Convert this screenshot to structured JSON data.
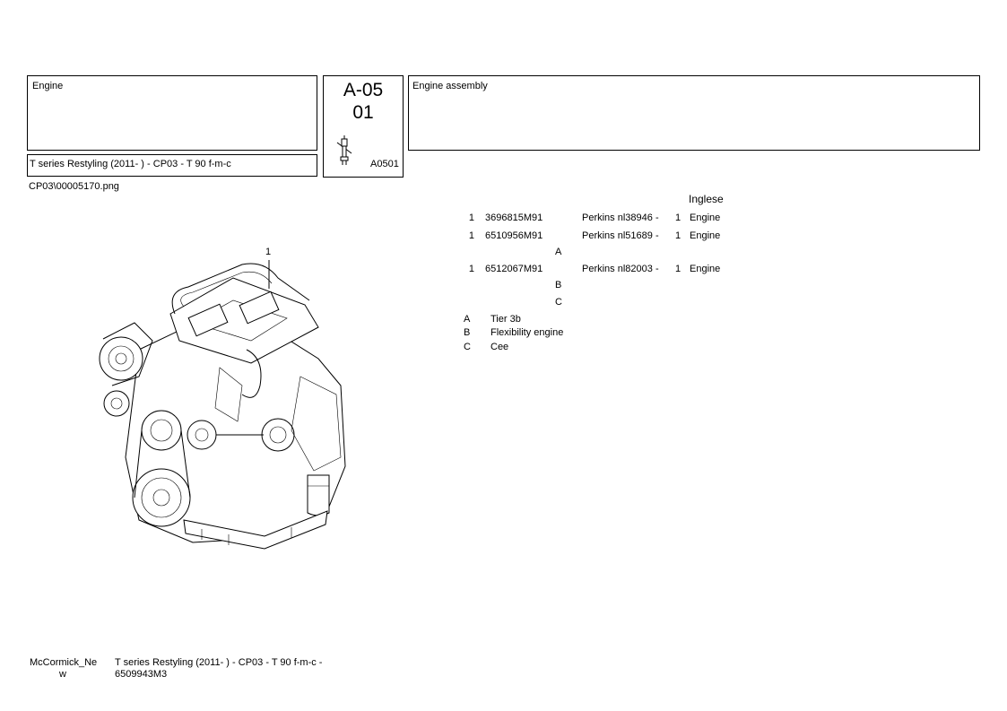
{
  "header": {
    "group_title": "Engine",
    "model_line": "T series Restyling (2011-    ) - CP03 - T 90 f-m-c",
    "code_line1": "A-05",
    "code_line2": "01",
    "code_small": "A0501",
    "description": "Engine assembly"
  },
  "image_filename": "CP03\\00005170.png",
  "illustration": {
    "callout": "1"
  },
  "parts_table": {
    "language_header": "Inglese",
    "rows": [
      {
        "ref": "1",
        "part_no": "3696815M91",
        "supplier": "Perkins nl38946 -",
        "qty": "1",
        "desc": "Engine",
        "notes": ""
      },
      {
        "ref": "1",
        "part_no": "6510956M91",
        "supplier": "Perkins nl51689 -",
        "qty": "1",
        "desc": "Engine",
        "notes": "A"
      },
      {
        "ref": "1",
        "part_no": "6512067M91",
        "supplier": "Perkins nl82003 -",
        "qty": "1",
        "desc": "Engine",
        "notes": "B",
        "notes2": "C"
      }
    ]
  },
  "legend": [
    {
      "key": "A",
      "text": "Tier 3b"
    },
    {
      "key": "B",
      "text": "Flexibility engine"
    },
    {
      "key": "C",
      "text": "Cee"
    }
  ],
  "footer": {
    "brand_line1": "McCormick_Ne",
    "brand_line2": "w",
    "model_line1": "T series Restyling (2011-    ) - CP03 - T 90 f-m-c -",
    "model_line2": "6509943M3"
  }
}
